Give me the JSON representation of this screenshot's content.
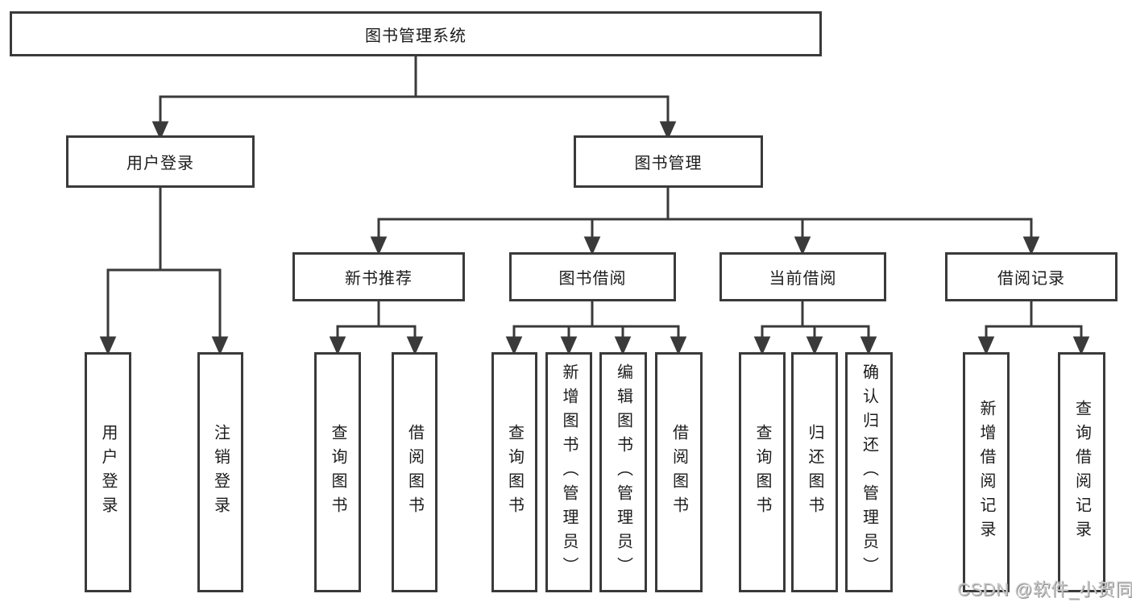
{
  "diagram": {
    "type": "hierarchy-flowchart",
    "colors": {
      "line": "#3a3a3a",
      "box_border": "#3a3a3a",
      "text": "#1c1c1c",
      "background": "#ffffff",
      "watermark": "#c9c9c9"
    },
    "tree": {
      "label": "图书管理系统",
      "children": [
        {
          "label": "用户登录",
          "children": [
            {
              "label": "用户登录"
            },
            {
              "label": "注销登录"
            }
          ]
        },
        {
          "label": "图书管理",
          "children": [
            {
              "label": "新书推荐",
              "children": [
                {
                  "label": "查询图书"
                },
                {
                  "label": "借阅图书"
                }
              ]
            },
            {
              "label": "图书借阅",
              "children": [
                {
                  "label": "查询图书"
                },
                {
                  "label": "新增图书（管理员）"
                },
                {
                  "label": "编辑图书（管理员）"
                },
                {
                  "label": "借阅图书"
                }
              ]
            },
            {
              "label": "当前借阅",
              "children": [
                {
                  "label": "查询图书"
                },
                {
                  "label": "归还图书"
                },
                {
                  "label": "确认归还（管理员）"
                }
              ]
            },
            {
              "label": "借阅记录",
              "children": [
                {
                  "label": "新增借阅记录"
                },
                {
                  "label": "查询借阅记录"
                }
              ]
            }
          ]
        }
      ]
    },
    "watermark": {
      "text": "CSDN @软件_小贺同学"
    }
  }
}
